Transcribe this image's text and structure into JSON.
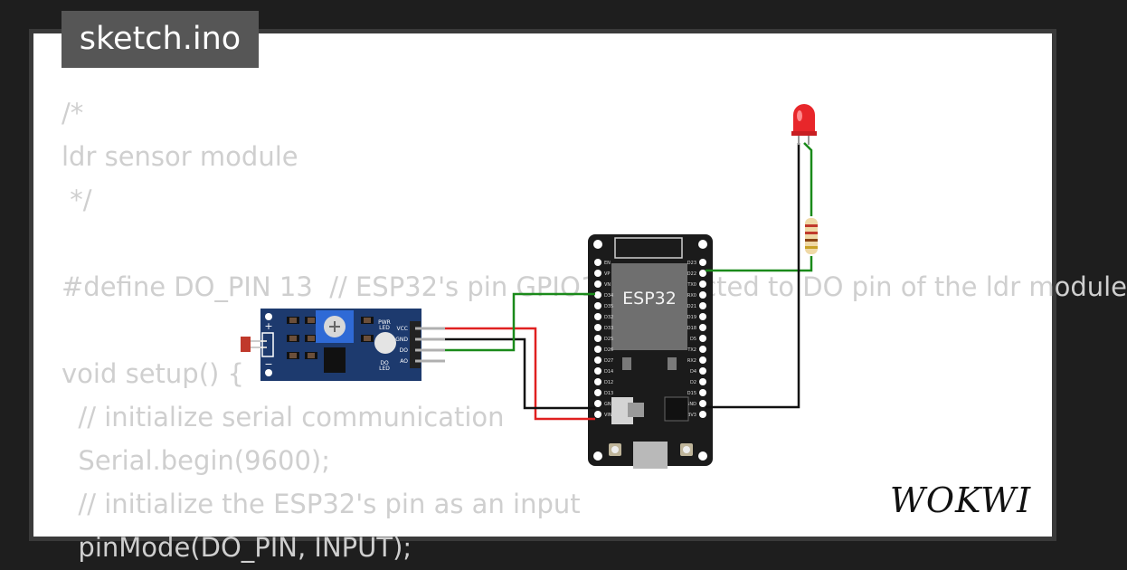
{
  "sketch": {
    "filename": "sketch.ino",
    "code_lines": [
      "/*",
      "ldr sensor module",
      " */",
      "",
      "#define DO_PIN 13  // ESP32's pin GPIO13 connected to DO pin of the ldr module",
      "",
      "void setup() {",
      "  // initialize serial communication",
      "  Serial.begin(9600);",
      "  // initialize the ESP32's pin as an input",
      "  pinMode(DO_PIN, INPUT);"
    ]
  },
  "board": {
    "chip_label": "ESP32",
    "left_pins": [
      "EN",
      "VP",
      "VN",
      "D34",
      "D35",
      "D32",
      "D33",
      "D25",
      "D26",
      "D27",
      "D14",
      "D12",
      "D13",
      "GND",
      "VIN"
    ],
    "right_pins": [
      "D23",
      "D22",
      "TX0",
      "RX0",
      "D21",
      "D19",
      "D18",
      "D5",
      "TX2",
      "RX2",
      "D4",
      "D2",
      "D15",
      "GND",
      "3V3"
    ]
  },
  "ldr_module": {
    "pins": [
      "VCC",
      "GND",
      "DO",
      "AO"
    ],
    "pwr_led_label": [
      "PWR",
      "LED"
    ],
    "do_led_label": [
      "DO",
      "LED"
    ],
    "plus_label": "+",
    "minus_label": "−"
  },
  "brand": {
    "logo_text": "WOKWI"
  },
  "colors": {
    "wire_red": "#e02020",
    "wire_black": "#111111",
    "wire_green": "#1a8a1a",
    "board": "#1b1b1b",
    "module": "#1d3a6e",
    "led": "#e8262a"
  }
}
